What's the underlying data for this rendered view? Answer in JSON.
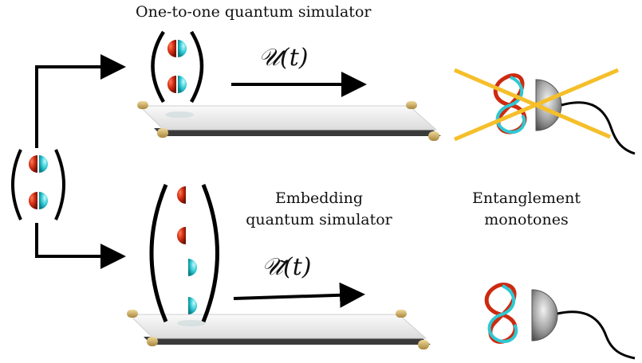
{
  "labels": {
    "one_to_one": "One-to-one quantum simulator",
    "embedding_line1": "Embedding",
    "embedding_line2": "quantum simulator",
    "monotones_line1": "Entanglement",
    "monotones_line2": "monotones",
    "op_top": "𝒰(t)",
    "op_bottom": "𝒰̃(t)"
  },
  "colors": {
    "red": "#cc2a10",
    "cyan": "#2ec8d2",
    "cross": "#f5bf2a",
    "arrow": "#000000",
    "belt": "#e6e6e6",
    "roller": "#d2b26a"
  }
}
